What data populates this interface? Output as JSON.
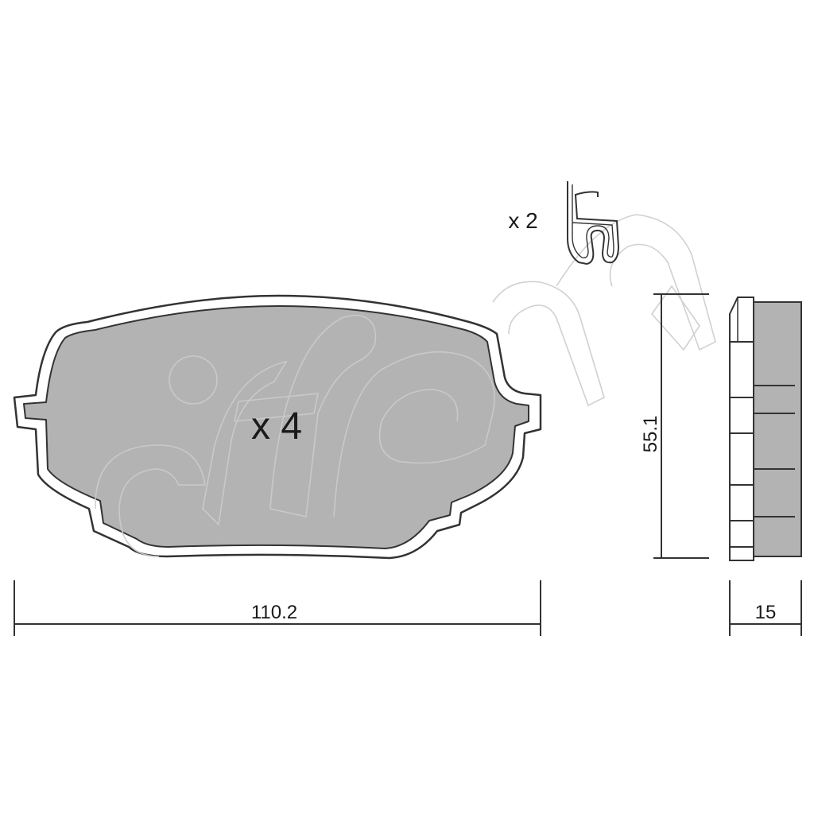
{
  "diagram": {
    "pad_quantity": "x 4",
    "clip_quantity": "x 2",
    "width_dimension": "110.2",
    "height_dimension": "55.1",
    "thickness_dimension": "15"
  },
  "colors": {
    "pad_fill": "#b3b3b3",
    "outline": "#333333",
    "watermark": "#c8c8c8",
    "background": "#ffffff"
  }
}
